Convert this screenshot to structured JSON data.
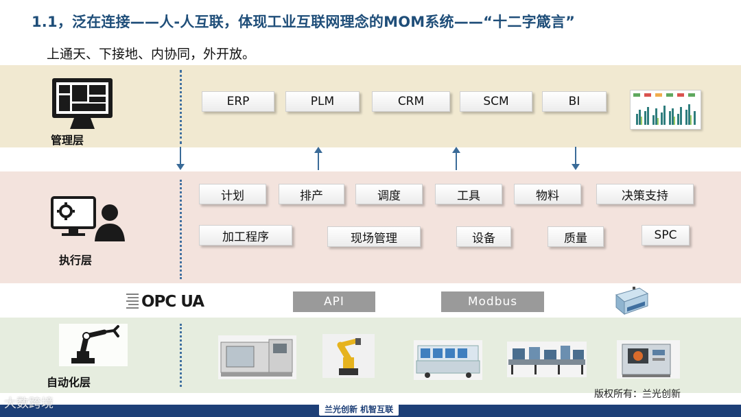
{
  "title": "1.1，泛在连接——人-人互联，体现工业互联网理念的MOM系统——“十二字箴言”",
  "subtitle": "上通天、下接地、内协同，外开放。",
  "layers": {
    "management": "管理层",
    "execution": "执行层",
    "automation": "自动化层"
  },
  "management_systems": [
    "ERP",
    "PLM",
    "CRM",
    "SCM",
    "BI"
  ],
  "execution_row1": [
    "计划",
    "排产",
    "调度",
    "工具",
    "物料",
    "决策支持"
  ],
  "execution_row2": [
    "加工程序",
    "现场管理",
    "设备",
    "质量",
    "SPC"
  ],
  "protocols": {
    "opcua": "OPC UA",
    "api": "API",
    "modbus": "Modbus"
  },
  "colors": {
    "management_band": "#f1e9d1",
    "execution_band": "#f3e3dd",
    "automation_band": "#e6eddf",
    "title_color": "#1f4e79",
    "arrow_color": "#3a6b98",
    "protocol_box": "#9a9a9a"
  },
  "copyright": "版权所有：兰光创新",
  "footer_logos": "兰光创新    机智互联",
  "watermark": "大数跨境"
}
